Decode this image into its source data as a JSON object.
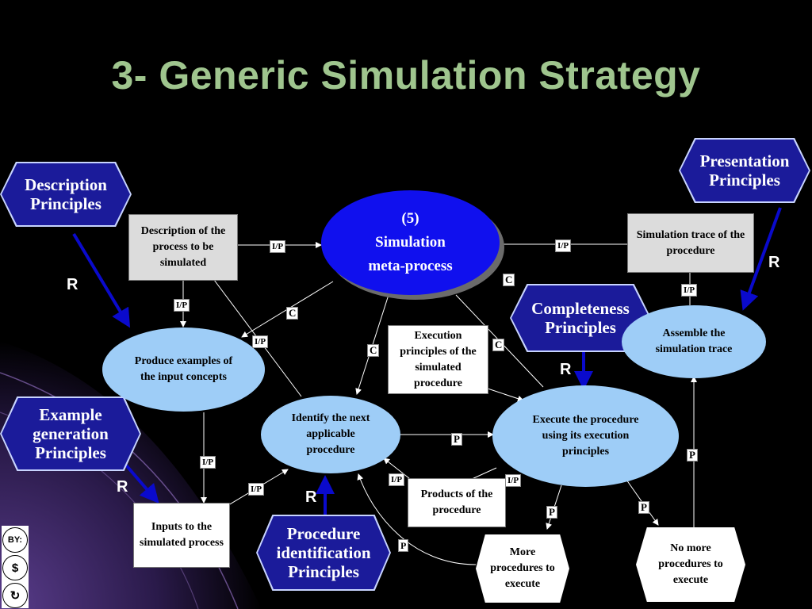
{
  "title": "3- Generic Simulation Strategy",
  "principles": {
    "description": "Description Principles",
    "presentation": "Presentation Principles",
    "completeness": "Completeness Principles",
    "example_generation": "Example generation Principles",
    "procedure_identification": "Procedure identification Principles"
  },
  "processes": {
    "simulation_number": "(5)",
    "simulation_line1": "Simulation",
    "simulation_line2": "meta-process",
    "produce_examples": "Produce examples of the input concepts",
    "identify_next": "Identify the next applicable procedure",
    "execute_procedure": "Execute the procedure using its execution principles",
    "assemble_trace": "Assemble the simulation trace"
  },
  "artifacts": {
    "description_of_process": "Description of the process to be simulated",
    "simulation_trace": "Simulation trace of the procedure",
    "execution_principles": "Execution principles of the simulated procedure",
    "inputs": "Inputs to the simulated process",
    "products": "Products of the procedure",
    "more_procedures": "More procedures to execute",
    "no_more_procedures": "No more procedures to execute"
  },
  "link_labels": {
    "ip": "I/P",
    "c": "C",
    "p": "P",
    "r": "R"
  },
  "license_icons": [
    "BY:",
    "$",
    "↻"
  ],
  "colors": {
    "background": "#000000",
    "title": "#9fc58e",
    "principle_fill": "#1b1b9a",
    "process_fill": "#9ecdf7",
    "meta_process_fill": "#1010ee"
  }
}
